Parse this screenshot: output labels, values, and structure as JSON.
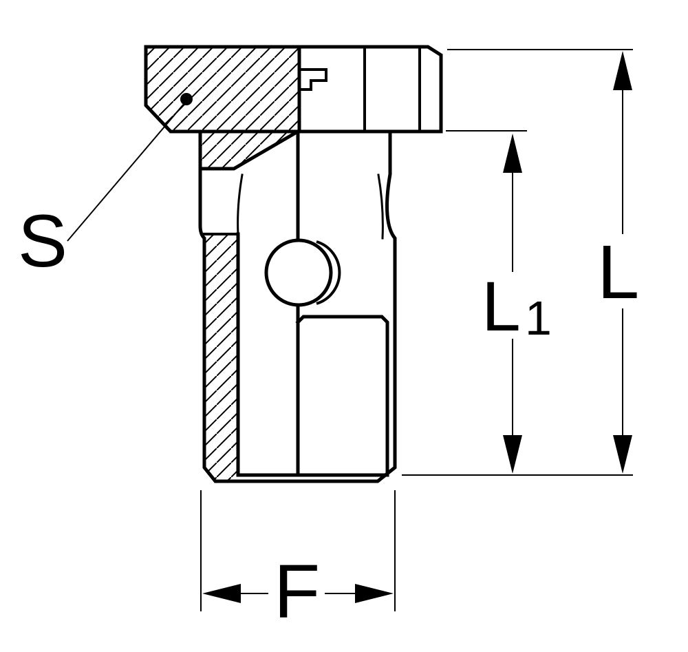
{
  "drawing": {
    "background_color": "#ffffff",
    "line_color": "#000000",
    "labels": {
      "s": "S",
      "l": "L",
      "l1_base": "L",
      "l1_sub": "1",
      "f": "F"
    }
  }
}
